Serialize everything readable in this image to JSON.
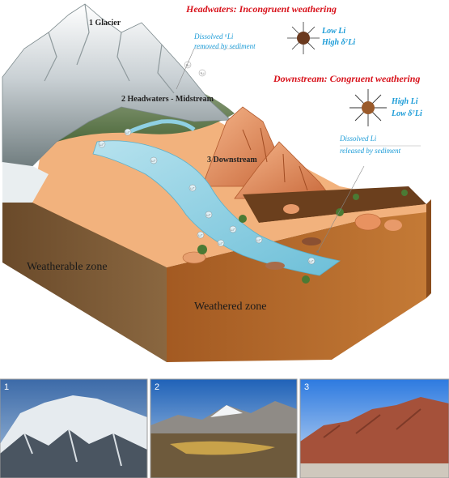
{
  "diagram": {
    "stations": {
      "glacier": "1 Glacier",
      "headwaters_midstream": "2 Headwaters - Midstream",
      "downstream": "3 Downstream"
    },
    "headwaters_title": "Headwaters: Incongruent weathering",
    "headwaters_note_line1": "Dissolved ⁶Li",
    "headwaters_note_line2": "removed by sediment",
    "headwaters_li_level": "Low Li",
    "headwaters_delta": "High δ⁷Li",
    "downstream_title": "Downstream: Congruent weathering",
    "downstream_note_line1": "Dissolved Li",
    "downstream_note_line2": "released by sediment",
    "downstream_li_level": "High Li",
    "downstream_delta": "Low δ⁷Li",
    "weatherable_zone": "Weatherable zone",
    "weathered_zone": "Weathered zone",
    "particle_label": "Li⁺",
    "small_particle_label": "⁶Li"
  },
  "photos": [
    {
      "number": "1"
    },
    {
      "number": "2"
    },
    {
      "number": "3"
    }
  ],
  "colors": {
    "title_red": "#d8121b",
    "note_blue": "#1a9bd7",
    "river": "#8fd0e3",
    "soil_front_left": "#7a5a36",
    "soil_front_right": "#b4682c",
    "plain": "#f0b07c"
  }
}
